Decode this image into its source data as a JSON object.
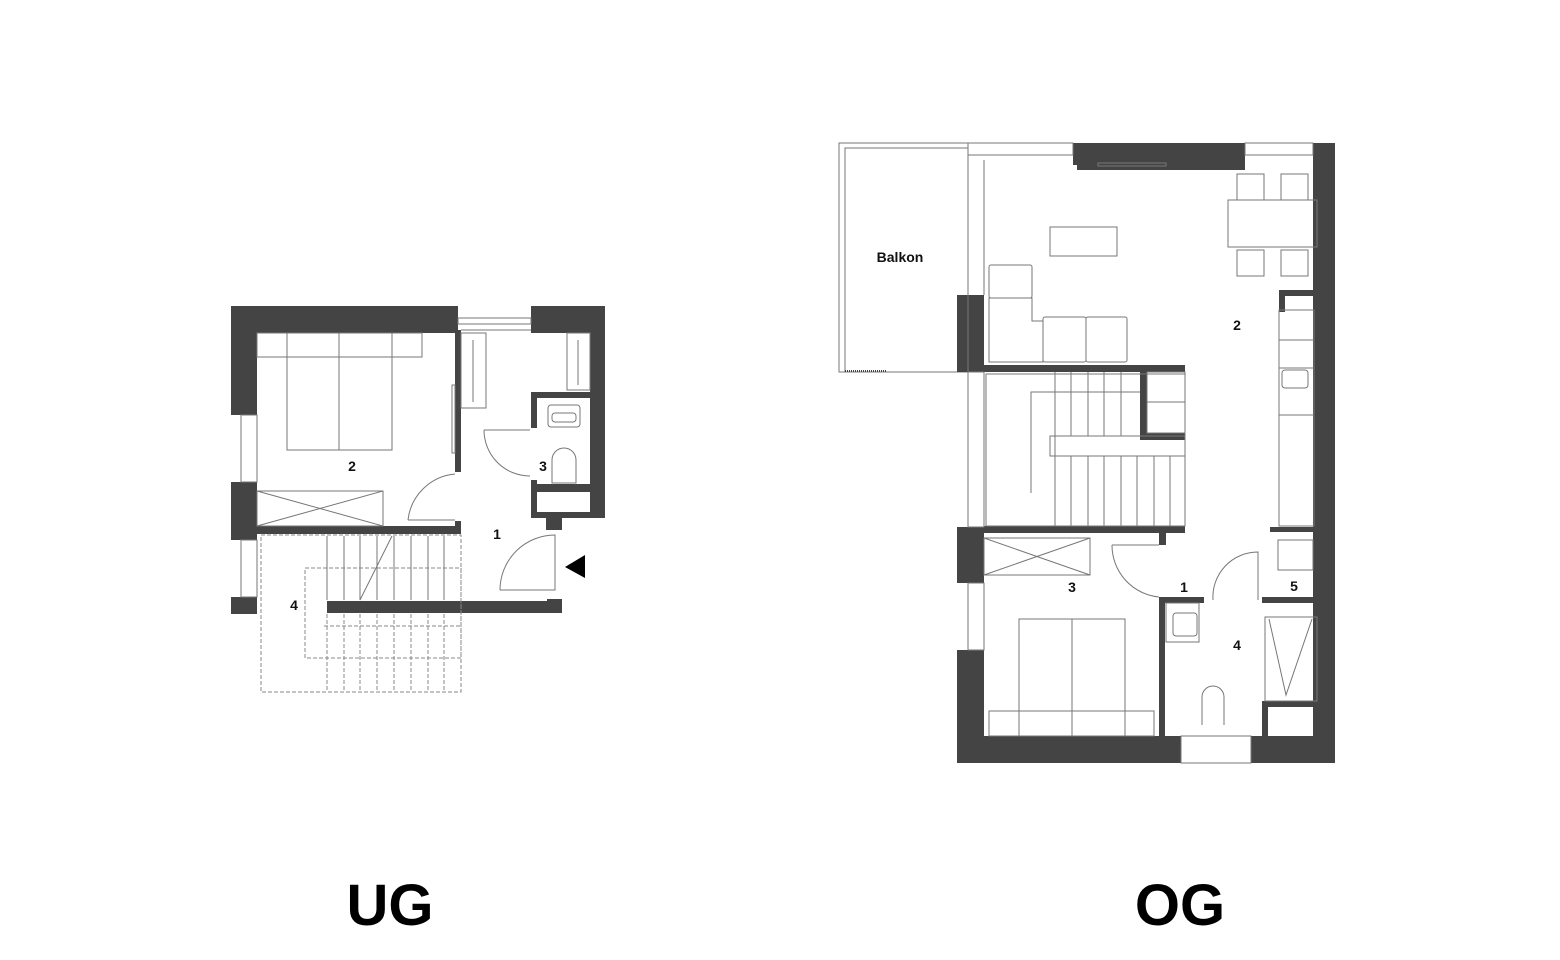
{
  "plans": [
    {
      "title": "UG",
      "rooms": [
        "1",
        "2",
        "3",
        "4"
      ]
    },
    {
      "title": "OG",
      "rooms": [
        "1",
        "2",
        "3",
        "4",
        "5"
      ],
      "balcony_label": "Balkon"
    }
  ],
  "colors": {
    "wall": "#444444",
    "line": "#777777"
  }
}
